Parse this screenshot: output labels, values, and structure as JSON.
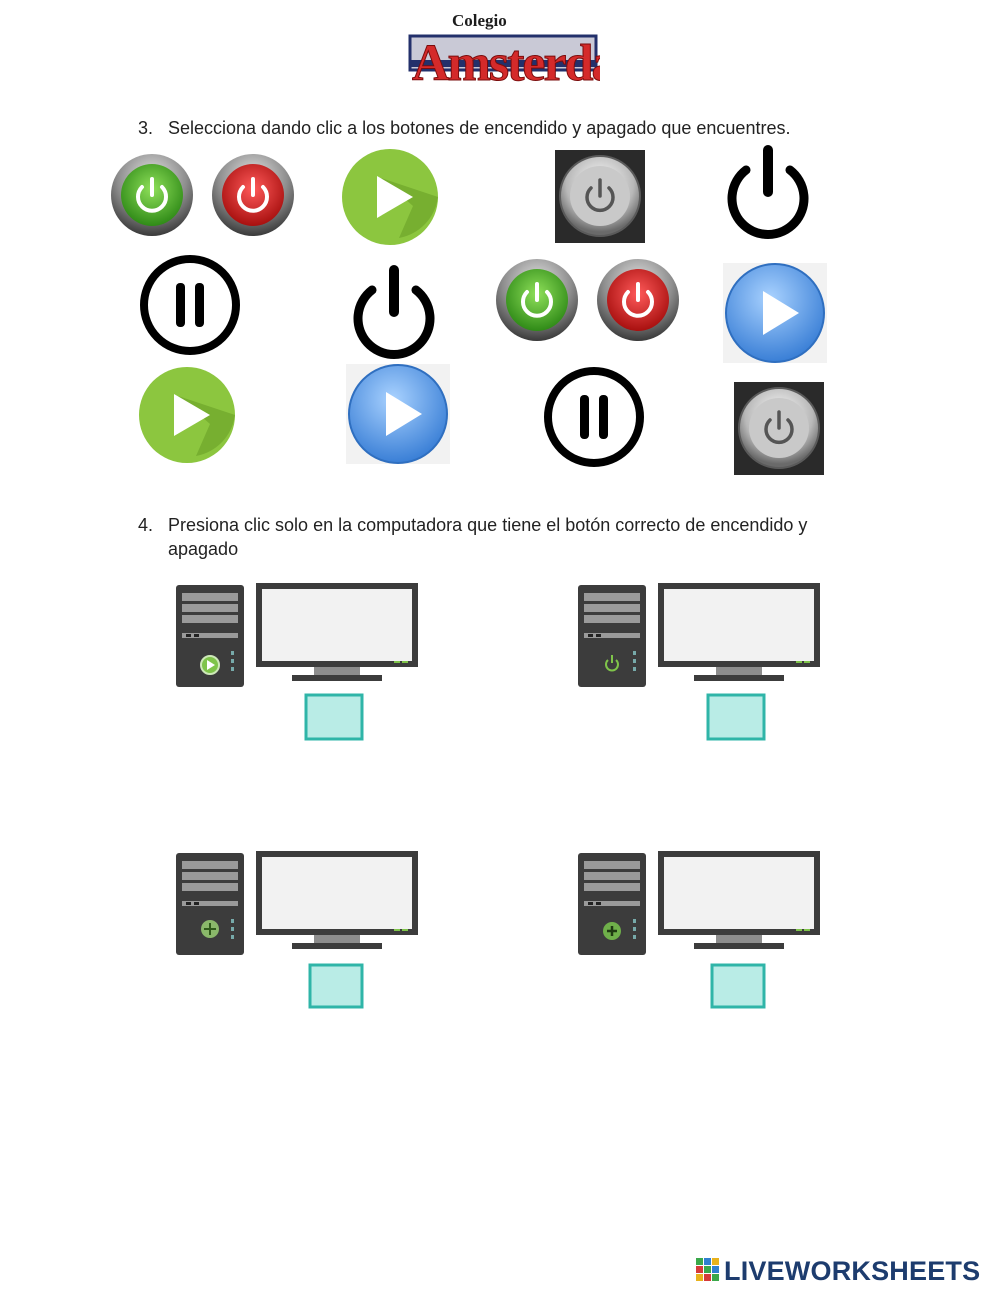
{
  "header": {
    "logo_small": "Colegio",
    "logo_big": "Amsterdam"
  },
  "question3": {
    "number": "3.",
    "text": "Selecciona dando clic a los botones de encendido y apagado que encuentres."
  },
  "question4": {
    "number": "4.",
    "text": "Presiona clic solo en la computadora que tiene el botón correcto de encendido y apagado"
  },
  "buttons": [
    {
      "icon": "power-icon",
      "style": "green-glossy"
    },
    {
      "icon": "power-icon",
      "style": "red-glossy"
    },
    {
      "icon": "play-icon",
      "style": "green-flat"
    },
    {
      "icon": "power-icon",
      "style": "metal"
    },
    {
      "icon": "power-icon",
      "style": "black-outline"
    },
    {
      "icon": "pause-icon",
      "style": "black-outline"
    },
    {
      "icon": "power-icon",
      "style": "black-outline"
    },
    {
      "icon": "power-icon",
      "style": "green-glossy"
    },
    {
      "icon": "power-icon",
      "style": "red-glossy"
    },
    {
      "icon": "play-icon",
      "style": "blue-glossy"
    },
    {
      "icon": "play-icon",
      "style": "green-flat"
    },
    {
      "icon": "play-icon",
      "style": "blue-glossy"
    },
    {
      "icon": "pause-icon",
      "style": "black-outline"
    },
    {
      "icon": "power-icon",
      "style": "metal"
    }
  ],
  "computers": [
    {
      "tower_button_icon": "play-icon"
    },
    {
      "tower_button_icon": "power-icon"
    },
    {
      "tower_button_icon": "move-icon"
    },
    {
      "tower_button_icon": "plus-icon"
    }
  ],
  "footer": {
    "brand": "LIVEWORKSHEETS"
  },
  "colors": {
    "green": "#5cb82e",
    "red": "#e0262a",
    "blue": "#5a9ee8",
    "green_flat": "#8cc63f",
    "screen": "#f0f0f0",
    "case": "#3c3c3c",
    "cyan_box": "#2fb5a8"
  }
}
